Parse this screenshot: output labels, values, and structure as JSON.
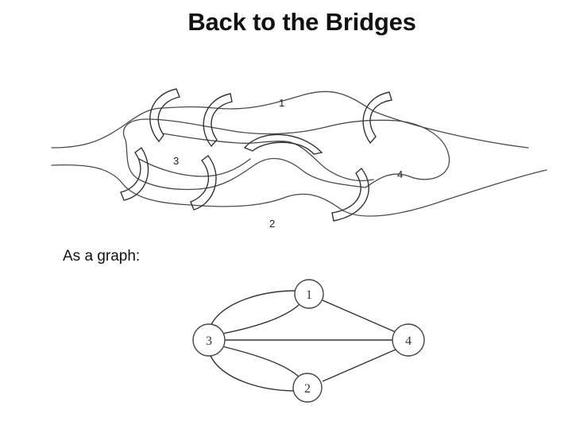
{
  "slide": {
    "title": "Back to the Bridges",
    "subtitle": "As a graph:"
  },
  "map": {
    "region_labels": [
      "1",
      "2",
      "3",
      "4"
    ]
  },
  "graph": {
    "nodes": [
      "1",
      "2",
      "3",
      "4"
    ],
    "edges": [
      [
        "3",
        "1"
      ],
      [
        "3",
        "1"
      ],
      [
        "3",
        "2"
      ],
      [
        "3",
        "2"
      ],
      [
        "3",
        "4"
      ],
      [
        "1",
        "4"
      ],
      [
        "2",
        "4"
      ]
    ]
  }
}
